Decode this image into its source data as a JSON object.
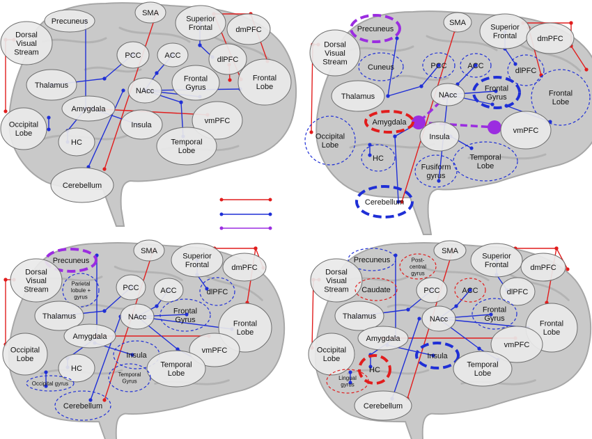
{
  "colors": {
    "red": "#e11d1d",
    "blue": "#1f2fd6",
    "purple": "#9b2de0",
    "brain": "#c9c9c9",
    "brain_dark": "#a6a6a6",
    "node_fill": "#e9e9e9",
    "node_stroke": "#6d6d6d"
  },
  "labels": {
    "precuneus": "Precuneus",
    "sma": "SMA",
    "superior_frontal": [
      "Superior",
      "Frontal"
    ],
    "dmpfc": "dmPFC",
    "dorsal_visual_stream": [
      "Dorsal",
      "Visual",
      "Stream"
    ],
    "pcc": "PCC",
    "acc": "ACC",
    "dlpfc": "dlPFC",
    "thalamus": "Thalamus",
    "frontal_gyrus": [
      "Frontal",
      "Gyrus"
    ],
    "frontal_lobe": [
      "Frontal",
      "Lobe"
    ],
    "nacc": "NAcc",
    "amygdala": "Amygdala",
    "occipital_lobe": [
      "Occipital",
      "Lobe"
    ],
    "insula": "Insula",
    "vmpfc": "vmPFC",
    "hc": "HC",
    "temporal_lobe": [
      "Temporal",
      "Lobe"
    ],
    "cerebellum": "Cerebellum",
    "cuneus": "Cuneus",
    "fusiform_gyrus": [
      "Fusiform",
      "gyrus"
    ],
    "parietal_lobule_gyrus": [
      "Parietal",
      "lobule +",
      "gyrus"
    ],
    "occipital_gyrus": "Occipital gyrus",
    "temporal_gyrus": [
      "Temporal",
      "Gyrus"
    ],
    "postcentral_gyrus": [
      "Post-",
      "central",
      "gyrus"
    ],
    "caudate": "Caudate",
    "lingual_gyrus": [
      "Lingual",
      "gyrus"
    ]
  },
  "legend": [
    {
      "color": "red",
      "text": ""
    },
    {
      "color": "blue",
      "text": ""
    },
    {
      "color": "purple",
      "text": ""
    }
  ],
  "panels": [
    {
      "id": "top-left",
      "nodes": [
        {
          "key": "precuneus",
          "style": "grey"
        },
        {
          "key": "sma",
          "style": "grey"
        },
        {
          "key": "superior_frontal",
          "style": "grey"
        },
        {
          "key": "dmpfc",
          "style": "grey"
        },
        {
          "key": "dorsal_visual_stream",
          "style": "grey"
        },
        {
          "key": "pcc",
          "style": "grey"
        },
        {
          "key": "acc",
          "style": "grey"
        },
        {
          "key": "dlpfc",
          "style": "grey"
        },
        {
          "key": "thalamus",
          "style": "grey"
        },
        {
          "key": "frontal_gyrus",
          "style": "grey"
        },
        {
          "key": "frontal_lobe",
          "style": "grey"
        },
        {
          "key": "nacc",
          "style": "grey"
        },
        {
          "key": "amygdala",
          "style": "grey"
        },
        {
          "key": "occipital_lobe",
          "style": "grey"
        },
        {
          "key": "insula",
          "style": "grey"
        },
        {
          "key": "vmpfc",
          "style": "grey"
        },
        {
          "key": "hc",
          "style": "grey"
        },
        {
          "key": "temporal_lobe",
          "style": "grey"
        },
        {
          "key": "cerebellum",
          "style": "grey"
        }
      ]
    },
    {
      "id": "top-right",
      "nodes": [
        {
          "key": "precuneus",
          "style": "purple-bold"
        },
        {
          "key": "sma",
          "style": "grey"
        },
        {
          "key": "superior_frontal",
          "style": "grey"
        },
        {
          "key": "dmpfc",
          "style": "grey"
        },
        {
          "key": "dorsal_visual_stream",
          "style": "grey"
        },
        {
          "key": "cuneus",
          "style": "blue-dashed"
        },
        {
          "key": "pcc",
          "style": "blue-dashed"
        },
        {
          "key": "acc",
          "style": "blue-dashed"
        },
        {
          "key": "dlpfc",
          "style": "blue-dashed"
        },
        {
          "key": "thalamus",
          "style": "grey"
        },
        {
          "key": "nacc",
          "style": "grey"
        },
        {
          "key": "frontal_gyrus",
          "style": "blue-bold"
        },
        {
          "key": "frontal_lobe",
          "style": "blue-dashed"
        },
        {
          "key": "amygdala",
          "style": "red-bold"
        },
        {
          "key": "occipital_lobe",
          "style": "blue-dashed"
        },
        {
          "key": "insula",
          "style": "grey"
        },
        {
          "key": "vmpfc",
          "style": "grey"
        },
        {
          "key": "hc",
          "style": "blue-dashed"
        },
        {
          "key": "temporal_lobe",
          "style": "blue-dashed"
        },
        {
          "key": "fusiform_gyrus",
          "style": "blue-dashed"
        },
        {
          "key": "cerebellum",
          "style": "blue-bold"
        }
      ]
    },
    {
      "id": "bottom-left",
      "nodes": [
        {
          "key": "precuneus",
          "style": "purple-bold"
        },
        {
          "key": "sma",
          "style": "grey"
        },
        {
          "key": "superior_frontal",
          "style": "grey"
        },
        {
          "key": "dmpfc",
          "style": "grey"
        },
        {
          "key": "dorsal_visual_stream",
          "style": "grey"
        },
        {
          "key": "parietal_lobule_gyrus",
          "style": "blue-dashed"
        },
        {
          "key": "pcc",
          "style": "grey"
        },
        {
          "key": "acc",
          "style": "grey"
        },
        {
          "key": "dlpfc",
          "style": "blue-dashed"
        },
        {
          "key": "thalamus",
          "style": "grey"
        },
        {
          "key": "frontal_gyrus",
          "style": "blue-dashed"
        },
        {
          "key": "nacc",
          "style": "grey"
        },
        {
          "key": "frontal_lobe",
          "style": "grey"
        },
        {
          "key": "amygdala",
          "style": "grey"
        },
        {
          "key": "occipital_lobe",
          "style": "grey"
        },
        {
          "key": "insula",
          "style": "blue-dashed"
        },
        {
          "key": "vmpfc",
          "style": "grey"
        },
        {
          "key": "hc",
          "style": "grey"
        },
        {
          "key": "temporal_lobe",
          "style": "grey"
        },
        {
          "key": "occipital_gyrus",
          "style": "blue-dashed"
        },
        {
          "key": "temporal_gyrus",
          "style": "blue-dashed"
        },
        {
          "key": "cerebellum",
          "style": "blue-dashed"
        }
      ]
    },
    {
      "id": "bottom-right",
      "nodes": [
        {
          "key": "precuneus",
          "style": "blue-dashed"
        },
        {
          "key": "postcentral_gyrus",
          "style": "red-dashed"
        },
        {
          "key": "sma",
          "style": "grey"
        },
        {
          "key": "superior_frontal",
          "style": "grey"
        },
        {
          "key": "dmpfc",
          "style": "grey"
        },
        {
          "key": "dorsal_visual_stream",
          "style": "grey"
        },
        {
          "key": "caudate",
          "style": "red-dashed"
        },
        {
          "key": "pcc",
          "style": "grey"
        },
        {
          "key": "acc",
          "style": "red-dashed"
        },
        {
          "key": "dlpfc",
          "style": "grey"
        },
        {
          "key": "thalamus",
          "style": "grey"
        },
        {
          "key": "frontal_gyrus",
          "style": "blue-dashed"
        },
        {
          "key": "nacc",
          "style": "grey"
        },
        {
          "key": "frontal_lobe",
          "style": "grey"
        },
        {
          "key": "amygdala",
          "style": "grey"
        },
        {
          "key": "occipital_lobe",
          "style": "grey"
        },
        {
          "key": "insula",
          "style": "blue-bold"
        },
        {
          "key": "vmpfc",
          "style": "grey"
        },
        {
          "key": "hc",
          "style": "red-bold"
        },
        {
          "key": "temporal_lobe",
          "style": "grey"
        },
        {
          "key": "lingual_gyrus",
          "style": "red-dashed"
        },
        {
          "key": "cerebellum",
          "style": "grey"
        }
      ]
    }
  ]
}
